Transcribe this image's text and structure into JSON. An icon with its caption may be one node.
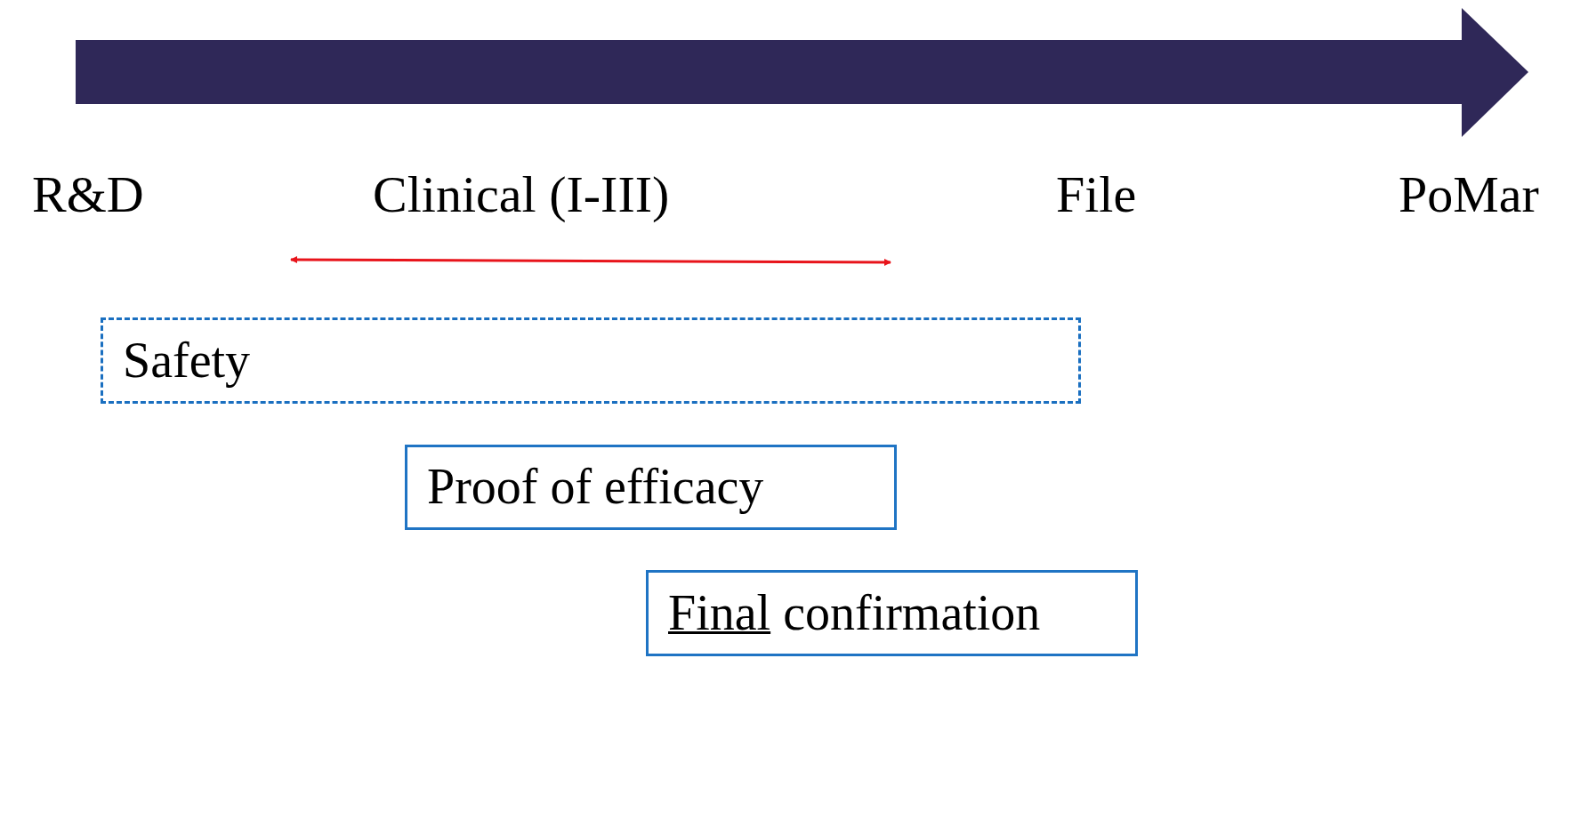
{
  "diagram": {
    "nodes": [
      {
        "text": [
          "Safety"
        ]
      },
      {
        "text": [
          "Proof of efficacy"
        ]
      },
      {
        "text": [
          "Final confirmation"
        ]
      }
    ],
    "labels": [
      "R&D",
      "Clinical (I-III)",
      "File",
      "PoMar"
    ]
  }
}
